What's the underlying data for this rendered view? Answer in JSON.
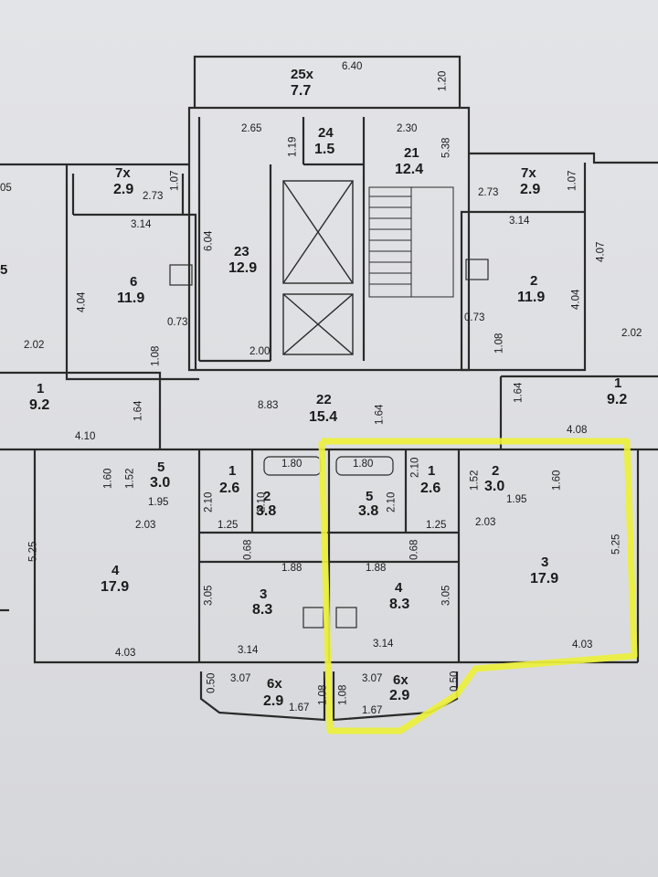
{
  "rooms": [
    {
      "id": "r25x",
      "num": "25x",
      "area": "7.7"
    },
    {
      "id": "r24",
      "num": "24",
      "area": "1.5"
    },
    {
      "id": "r21",
      "num": "21",
      "area": "12.4"
    },
    {
      "id": "r23",
      "num": "23",
      "area": "12.9"
    },
    {
      "id": "r7xl",
      "num": "7x",
      "area": "2.9"
    },
    {
      "id": "r7xr",
      "num": "7x",
      "area": "2.9"
    },
    {
      "id": "r6",
      "num": "6",
      "area": "11.9"
    },
    {
      "id": "r2top",
      "num": "2",
      "area": "11.9"
    },
    {
      "id": "r1l",
      "num": "1",
      "area": "9.2"
    },
    {
      "id": "r22",
      "num": "22",
      "area": "15.4"
    },
    {
      "id": "r1r",
      "num": "1",
      "area": "9.2"
    },
    {
      "id": "r5l",
      "num": "5",
      "area": "3.0"
    },
    {
      "id": "r4l",
      "num": "4",
      "area": "17.9"
    },
    {
      "id": "r1a",
      "num": "1",
      "area": "2.6"
    },
    {
      "id": "r2a",
      "num": "2",
      "area": "3.8"
    },
    {
      "id": "r5b",
      "num": "5",
      "area": "3.8"
    },
    {
      "id": "r1b",
      "num": "1",
      "area": "2.6"
    },
    {
      "id": "r2b",
      "num": "2",
      "area": "3.0"
    },
    {
      "id": "r3a",
      "num": "3",
      "area": "8.3"
    },
    {
      "id": "r4b",
      "num": "4",
      "area": "8.3"
    },
    {
      "id": "r3b",
      "num": "3",
      "area": "17.9"
    },
    {
      "id": "r6xl",
      "num": "6x",
      "area": "2.9"
    },
    {
      "id": "r6xr",
      "num": "6x",
      "area": "2.9"
    }
  ],
  "partial_labels": {
    "left_edge_top": "05",
    "left_edge_mid": "5"
  },
  "dimensions": {
    "d640": "6.40",
    "d120": "1.20",
    "d265": "2.65",
    "d119": "1.19",
    "d230": "2.30",
    "d538": "5.38",
    "d273l": "2.73",
    "d107l": "1.07",
    "d273r": "2.73",
    "d107r": "1.07",
    "d314l": "3.14",
    "d314r": "3.14",
    "d604": "6.04",
    "d404l": "4.04",
    "d404r": "4.04",
    "d407": "4.07",
    "d073l": "0.73",
    "d073r": "0.73",
    "d108l": "1.08",
    "d108r": "1.08",
    "d202l": "2.02",
    "d202r": "2.02",
    "d200": "2.00",
    "d164l": "1.64",
    "d883": "8.83",
    "d164m": "1.64",
    "d164r": "1.64",
    "d410": "4.10",
    "d408": "4.08",
    "d160l": "1.60",
    "d152l": "1.52",
    "d195l": "1.95",
    "d203l": "2.03",
    "d525l": "5.25",
    "d403l": "4.03",
    "d210a": "2.10",
    "d210b": "2.10",
    "d180a": "1.80",
    "d180b": "1.80",
    "d210c": "2.10",
    "d210d": "2.10",
    "d125a": "1.25",
    "d125b": "1.25",
    "d068a": "0.68",
    "d068b": "0.68",
    "d188a": "1.88",
    "d188b": "1.88",
    "d305a": "3.05",
    "d305b": "3.05",
    "d314a": "3.14",
    "d314b": "3.14",
    "d152r": "1.52",
    "d160r": "1.60",
    "d195r": "1.95",
    "d203r": "2.03",
    "d525r": "5.25",
    "d403r": "4.03",
    "d050l": "0.50",
    "d307l": "3.07",
    "d167l": "1.67",
    "d108bl": "1.08",
    "d108br": "1.08",
    "d307r": "3.07",
    "d167r": "1.67",
    "d050r": "0.50"
  },
  "colors": {
    "highlight": "#ecf03a",
    "wall": "#2a2a2a",
    "paper": "#e0e1e4"
  }
}
